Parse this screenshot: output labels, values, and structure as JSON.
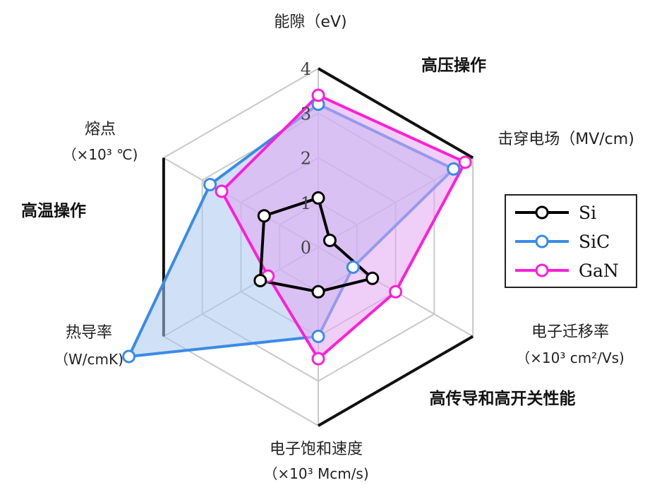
{
  "chart_data": {
    "type": "radar",
    "axes": [
      {
        "label": "能隙（eV)",
        "unit": ""
      },
      {
        "label": "击穿电场（MV/cm)",
        "unit": ""
      },
      {
        "label": "电子迁移率",
        "unit": "（×10³ cm²/Vs)"
      },
      {
        "label": "电子饱和速度",
        "unit": "（×10³ Mcm/s)"
      },
      {
        "label": "热导率",
        "unit": "（W/cmK)"
      },
      {
        "label": "熔点",
        "unit": "（×10³ ℃)"
      }
    ],
    "ticks": [
      "0",
      "1",
      "2",
      "3",
      "4"
    ],
    "rlim": [
      0,
      4
    ],
    "grid": true,
    "series": [
      {
        "name": "Si",
        "color": "#000000",
        "fill": "none",
        "values": [
          1.1,
          0.3,
          1.4,
          1.0,
          1.5,
          1.4
        ]
      },
      {
        "name": "SiC",
        "color": "#3a8be8",
        "fill": "#a9c6f0",
        "values": [
          3.2,
          3.5,
          0.9,
          2.0,
          4.9,
          2.8
        ]
      },
      {
        "name": "GaN",
        "color": "#ff1fd6",
        "fill": "#e2a8f2",
        "values": [
          3.4,
          3.8,
          2.0,
          2.5,
          1.3,
          2.5
        ]
      }
    ],
    "regions": [
      {
        "label": "高压操作"
      },
      {
        "label": "高温操作"
      },
      {
        "label": "高传导和高开关性能"
      }
    ],
    "legend_position": "right"
  }
}
